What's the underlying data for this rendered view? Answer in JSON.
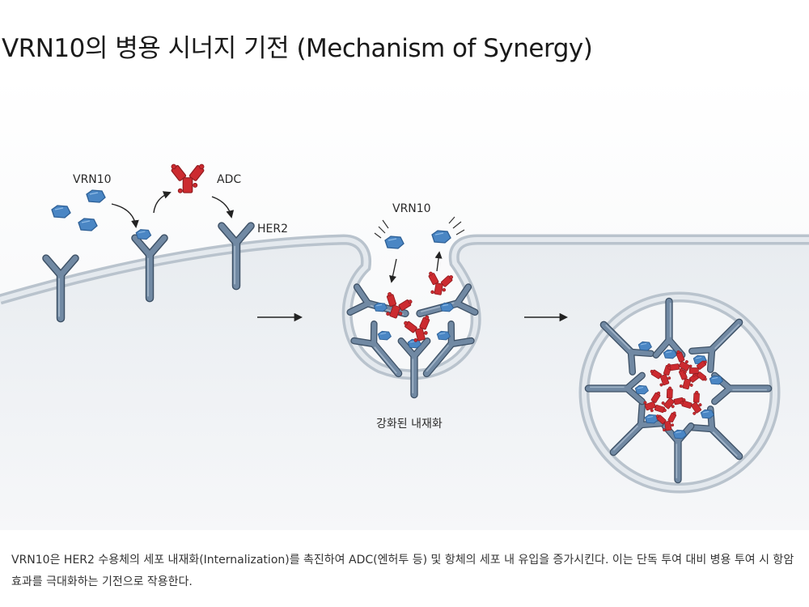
{
  "title": "VRN10의 병용 시너지 기전 (Mechanism of Synergy)",
  "labels": {
    "vrn10_left": "VRN10",
    "adc": "ADC",
    "her2": "HER2",
    "vrn10_center": "VRN10",
    "internalization": "강화된 내재화"
  },
  "caption": "VRN10은 HER2 수용체의 세포 내재화(Internalization)를 촉진하여 ADC(엔허투 등) 및 항체의 세포 내 유입을 증가시킨다. 이는 단독 투여 대비 병용 투여 시 항암 효과를 극대화하는 기전으로 작용한다.",
  "colors": {
    "receptor": "#5b7088",
    "vrn10": "#4a86c4",
    "adc": "#cc2b30",
    "membrane": "#b9c3cd",
    "cytoplasm": "#eceff2"
  },
  "icons": [
    "her2-receptor-icon",
    "vrn10-molecule-icon",
    "adc-molecule-icon",
    "arrow-icon"
  ]
}
